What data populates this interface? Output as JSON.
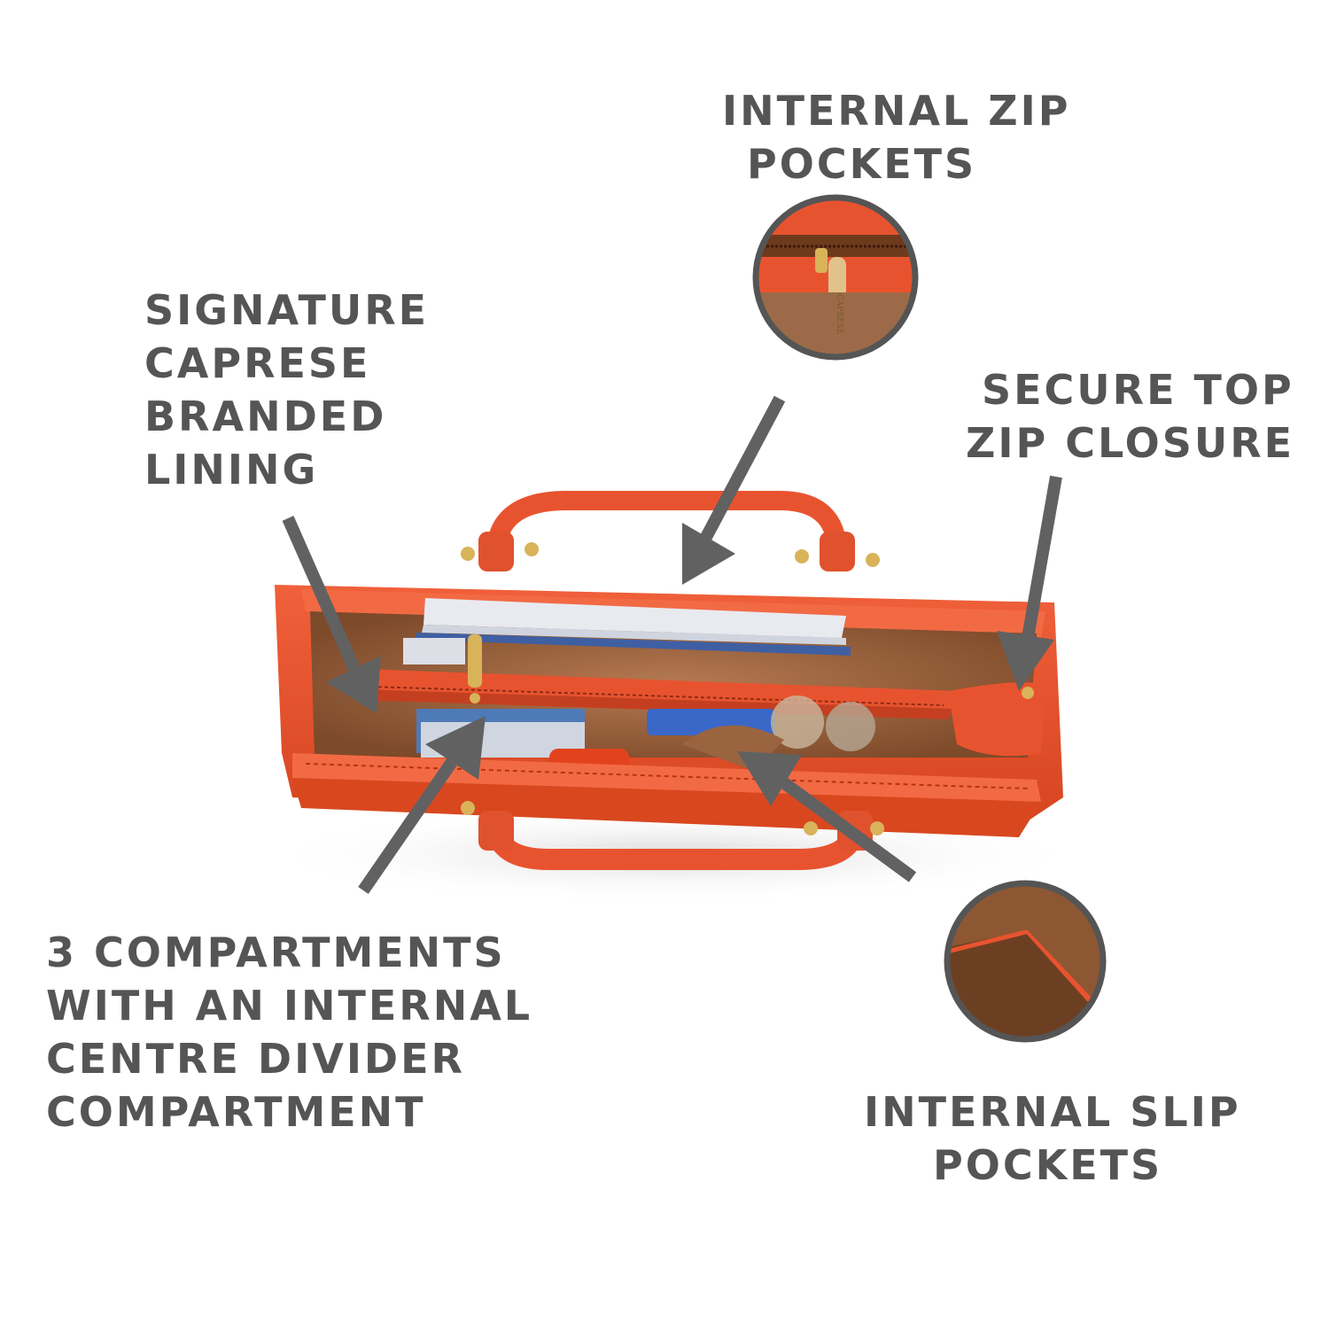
{
  "callouts": {
    "internal_zip": [
      "INTERNAL ZIP",
      "POCKETS"
    ],
    "signature_lining": [
      "SIGNATURE",
      "CAPRESE",
      "BRANDED",
      "LINING"
    ],
    "secure_top": [
      "SECURE TOP",
      "ZIP CLOSURE"
    ],
    "compartments": [
      "3 COMPARTMENTS",
      "WITH AN INTERNAL",
      "CENTRE DIVIDER",
      "COMPARTMENT"
    ],
    "slip_pockets": [
      "INTERNAL SLIP",
      "POCKETS"
    ]
  },
  "pull_tab_text": "CAPRESE",
  "colors": {
    "label": "#555555",
    "arrow": "#616161",
    "bag": "#e8532f",
    "bag_dark": "#c43f20",
    "lining": "#a56b45",
    "circle_border": "#555555"
  }
}
